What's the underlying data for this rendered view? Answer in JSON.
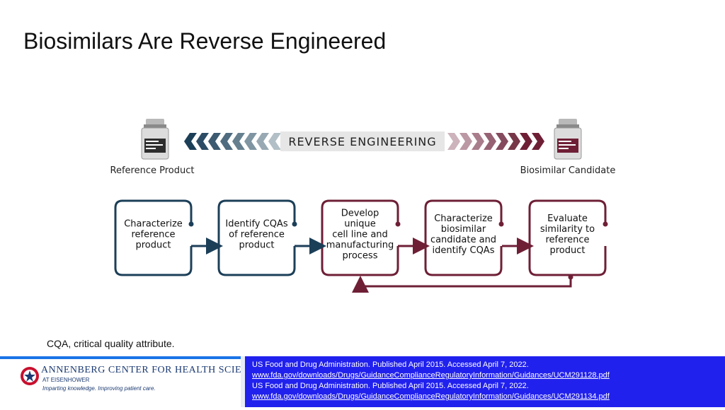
{
  "title": "Biosimilars Are Reverse Engineered",
  "banner": {
    "label": "REVERSE ENGINEERING",
    "left_label": "Reference Product",
    "right_label": "Biosimilar Candidate",
    "left_color": "#1c3f58",
    "right_color": "#6e1f36"
  },
  "steps": [
    {
      "lines": [
        "Characterize",
        "reference",
        "product"
      ],
      "color": "#1c3f58"
    },
    {
      "lines": [
        "Identify CQAs",
        "of reference",
        "product"
      ],
      "color": "#1c3f58"
    },
    {
      "lines": [
        "Develop",
        "unique",
        "cell line and",
        "manufacturing",
        "process"
      ],
      "color": "#6e1f36"
    },
    {
      "lines": [
        "Characterize",
        "biosimilar",
        "candidate and",
        "identify CQAs"
      ],
      "color": "#6e1f36"
    },
    {
      "lines": [
        "Evaluate",
        "similarity to",
        "reference",
        "product"
      ],
      "color": "#6e1f36"
    }
  ],
  "abbreviation": "CQA, critical quality attribute.",
  "footer": {
    "org_name": "ANNENBERG CENTER FOR HEALTH SCIENCES",
    "org_sub": "AT EISENHOWER",
    "tagline": "Imparting knowledge. Improving patient care.",
    "references": [
      {
        "text": "US Food and Drug Administration. Published April 2015. Accessed April 7, 2022.",
        "link": "www.fda.gov/downloads/Drugs/GuidanceComplianceRegulatoryInformation/Guidances/UCM291128.pdf"
      },
      {
        "text": "US Food and Drug Administration. Published April 2015. Accessed April 7, 2022.",
        "link": "www.fda.gov/downloads/Drugs/GuidanceComplianceRegulatoryInformation/Guidances/UCM291134.pdf"
      }
    ],
    "accent": "#2121ee"
  }
}
